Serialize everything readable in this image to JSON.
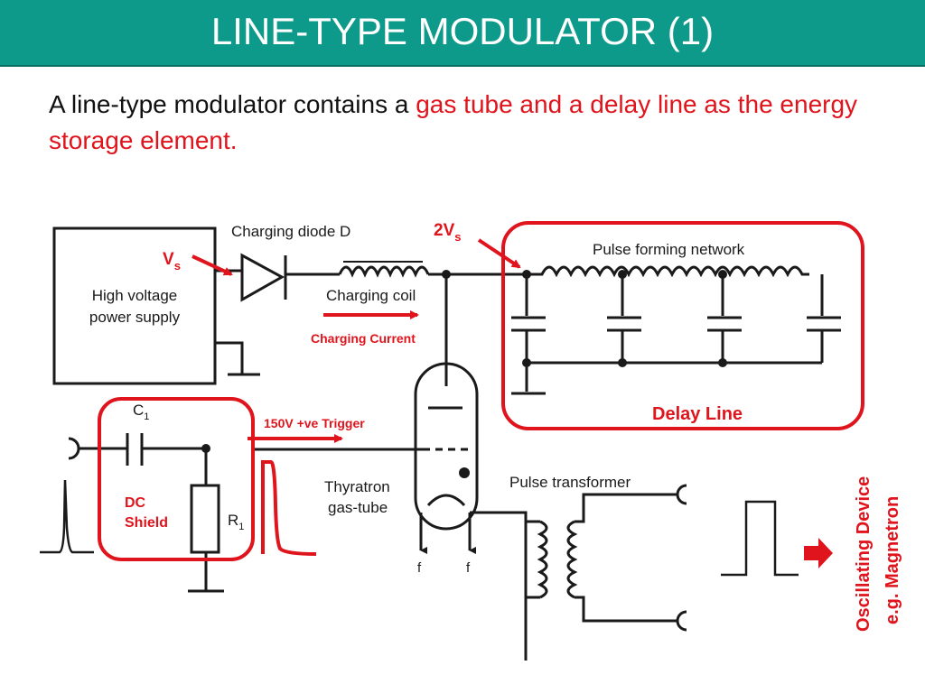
{
  "slide": {
    "title": "LINE-TYPE MODULATOR (1)",
    "intro_black": "A line-type modulator contains a ",
    "intro_red": "gas tube and a delay line as the energy storage element."
  },
  "diagram": {
    "power_supply_line1": "High voltage",
    "power_supply_line2": "power supply",
    "charging_diode": "Charging diode D",
    "charging_coil": "Charging coil",
    "pfn": "Pulse forming network",
    "c1_main": "C",
    "c1_sub": "1",
    "r1_main": "R",
    "r1_sub": "1",
    "thyratron_line1": "Thyratron",
    "thyratron_line2": "gas-tube",
    "pulse_transformer": "Pulse transformer",
    "filament_left": "f",
    "filament_right": "f"
  },
  "annotations": {
    "vs_main": "V",
    "vs_sub": "s",
    "v2s_main": "2V",
    "v2s_sub": "s",
    "charging_current": "Charging Current",
    "trigger": "150V +ve Trigger",
    "delay_line": "Delay Line",
    "dc_shield_line1": "DC",
    "dc_shield_line2": "Shield",
    "oscillating_line1": "Oscillating Device",
    "oscillating_line2": "e.g. Magnetron"
  },
  "colors": {
    "title_bar": "#0e9a8a",
    "accent_red": "#e0141c",
    "ink": "#1a1a1a"
  }
}
